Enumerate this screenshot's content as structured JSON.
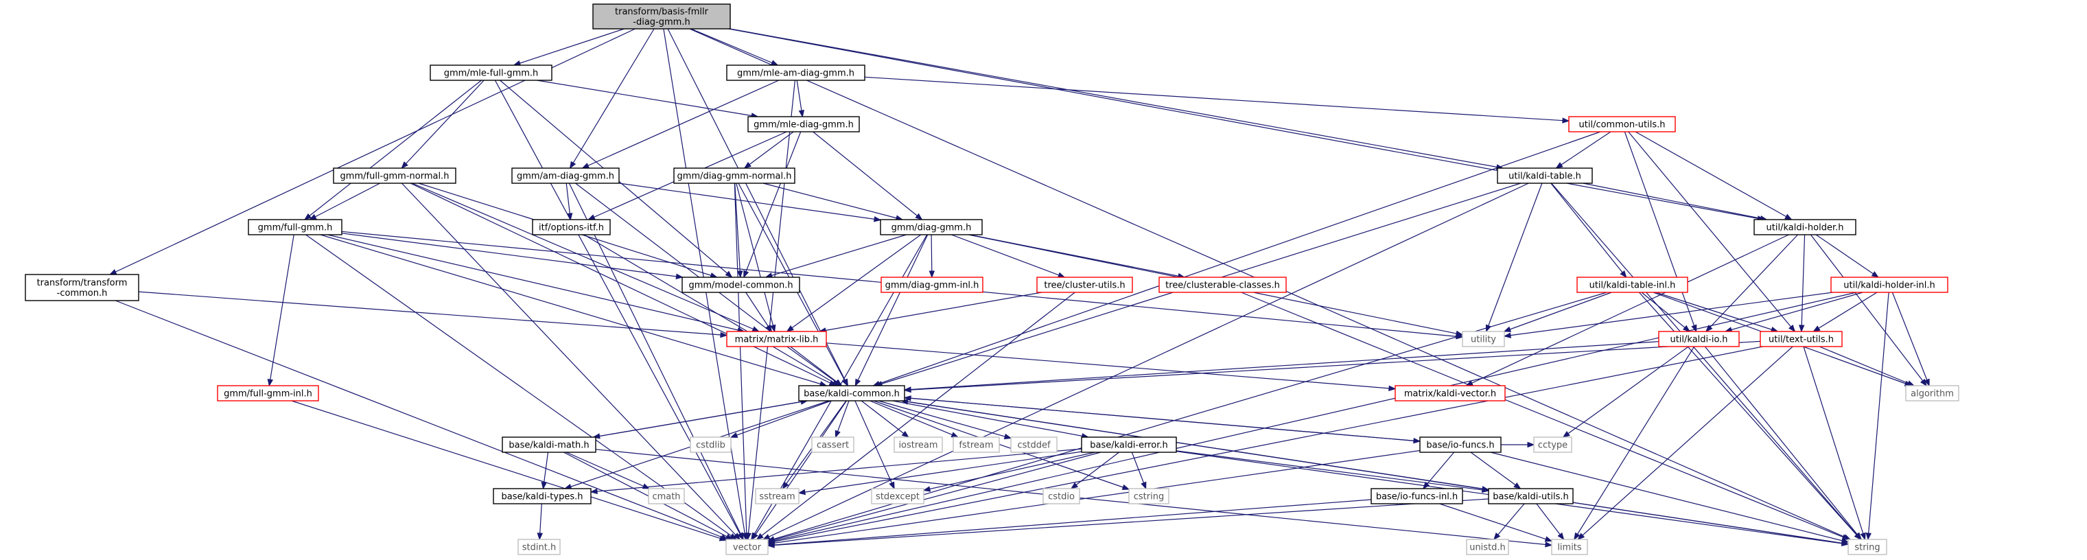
{
  "colors": {
    "edge": "#191970",
    "root_fill": "#bfbfbf",
    "root_border": "#000000",
    "normal_border": "#000000",
    "truncated_border": "#ff0000",
    "system_border": "#bfbfbf",
    "system_text": "#555555",
    "text": "#000000"
  },
  "nodes": [
    {
      "id": "root",
      "lines": [
        "transform/basis-fmllr",
        "-diag-gmm.h"
      ],
      "kind": "root"
    },
    {
      "id": "mle_full",
      "lines": [
        "gmm/mle-full-gmm.h"
      ],
      "kind": "normal"
    },
    {
      "id": "mle_am",
      "lines": [
        "gmm/mle-am-diag-gmm.h"
      ],
      "kind": "normal"
    },
    {
      "id": "mle_diag",
      "lines": [
        "gmm/mle-diag-gmm.h"
      ],
      "kind": "normal"
    },
    {
      "id": "common_utils",
      "lines": [
        "util/common-utils.h"
      ],
      "kind": "truncated"
    },
    {
      "id": "full_normal",
      "lines": [
        "gmm/full-gmm-normal.h"
      ],
      "kind": "normal"
    },
    {
      "id": "am_diag",
      "lines": [
        "gmm/am-diag-gmm.h"
      ],
      "kind": "normal"
    },
    {
      "id": "diag_normal",
      "lines": [
        "gmm/diag-gmm-normal.h"
      ],
      "kind": "normal"
    },
    {
      "id": "kaldi_table",
      "lines": [
        "util/kaldi-table.h"
      ],
      "kind": "normal"
    },
    {
      "id": "full_gmm",
      "lines": [
        "gmm/full-gmm.h"
      ],
      "kind": "normal"
    },
    {
      "id": "options_itf",
      "lines": [
        "itf/options-itf.h"
      ],
      "kind": "normal"
    },
    {
      "id": "diag_gmm",
      "lines": [
        "gmm/diag-gmm.h"
      ],
      "kind": "normal"
    },
    {
      "id": "kaldi_holder",
      "lines": [
        "util/kaldi-holder.h"
      ],
      "kind": "normal"
    },
    {
      "id": "transform_common",
      "lines": [
        "transform/transform",
        "-common.h"
      ],
      "kind": "normal"
    },
    {
      "id": "model_common",
      "lines": [
        "gmm/model-common.h"
      ],
      "kind": "normal"
    },
    {
      "id": "diag_gmm_inl",
      "lines": [
        "gmm/diag-gmm-inl.h"
      ],
      "kind": "truncated"
    },
    {
      "id": "cluster_utils",
      "lines": [
        "tree/cluster-utils.h"
      ],
      "kind": "truncated"
    },
    {
      "id": "clusterable",
      "lines": [
        "tree/clusterable-classes.h"
      ],
      "kind": "truncated"
    },
    {
      "id": "kaldi_table_inl",
      "lines": [
        "util/kaldi-table-inl.h"
      ],
      "kind": "truncated"
    },
    {
      "id": "kaldi_holder_inl",
      "lines": [
        "util/kaldi-holder-inl.h"
      ],
      "kind": "truncated"
    },
    {
      "id": "matrix_lib",
      "lines": [
        "matrix/matrix-lib.h"
      ],
      "kind": "truncated"
    },
    {
      "id": "utility",
      "lines": [
        "utility"
      ],
      "kind": "system"
    },
    {
      "id": "kaldi_io",
      "lines": [
        "util/kaldi-io.h"
      ],
      "kind": "truncated"
    },
    {
      "id": "text_utils",
      "lines": [
        "util/text-utils.h"
      ],
      "kind": "truncated"
    },
    {
      "id": "full_gmm_inl",
      "lines": [
        "gmm/full-gmm-inl.h"
      ],
      "kind": "truncated"
    },
    {
      "id": "kaldi_common",
      "lines": [
        "base/kaldi-common.h"
      ],
      "kind": "normal"
    },
    {
      "id": "kaldi_vector",
      "lines": [
        "matrix/kaldi-vector.h"
      ],
      "kind": "truncated"
    },
    {
      "id": "algorithm",
      "lines": [
        "algorithm"
      ],
      "kind": "system"
    },
    {
      "id": "kaldi_math",
      "lines": [
        "base/kaldi-math.h"
      ],
      "kind": "normal"
    },
    {
      "id": "cstdlib",
      "lines": [
        "cstdlib"
      ],
      "kind": "system"
    },
    {
      "id": "cassert",
      "lines": [
        "cassert"
      ],
      "kind": "system"
    },
    {
      "id": "iostream",
      "lines": [
        "iostream"
      ],
      "kind": "system"
    },
    {
      "id": "fstream",
      "lines": [
        "fstream"
      ],
      "kind": "system"
    },
    {
      "id": "cstddef",
      "lines": [
        "cstddef"
      ],
      "kind": "system"
    },
    {
      "id": "kaldi_error",
      "lines": [
        "base/kaldi-error.h"
      ],
      "kind": "normal"
    },
    {
      "id": "io_funcs",
      "lines": [
        "base/io-funcs.h"
      ],
      "kind": "normal"
    },
    {
      "id": "kaldi_types",
      "lines": [
        "base/kaldi-types.h"
      ],
      "kind": "normal"
    },
    {
      "id": "cmath",
      "lines": [
        "cmath"
      ],
      "kind": "system"
    },
    {
      "id": "sstream",
      "lines": [
        "sstream"
      ],
      "kind": "system"
    },
    {
      "id": "stdexcept",
      "lines": [
        "stdexcept"
      ],
      "kind": "system"
    },
    {
      "id": "cstdio",
      "lines": [
        "cstdio"
      ],
      "kind": "system"
    },
    {
      "id": "cstring",
      "lines": [
        "cstring"
      ],
      "kind": "system"
    },
    {
      "id": "io_funcs_inl",
      "lines": [
        "base/io-funcs-inl.h"
      ],
      "kind": "normal"
    },
    {
      "id": "kaldi_utils",
      "lines": [
        "base/kaldi-utils.h"
      ],
      "kind": "normal"
    },
    {
      "id": "cctype",
      "lines": [
        "cctype"
      ],
      "kind": "system"
    },
    {
      "id": "stdint",
      "lines": [
        "stdint.h"
      ],
      "kind": "system"
    },
    {
      "id": "vector",
      "lines": [
        "vector"
      ],
      "kind": "system"
    },
    {
      "id": "unistd",
      "lines": [
        "unistd.h"
      ],
      "kind": "system"
    },
    {
      "id": "limits",
      "lines": [
        "limits"
      ],
      "kind": "system"
    },
    {
      "id": "string",
      "lines": [
        "string"
      ],
      "kind": "system"
    }
  ],
  "edges": [
    [
      "root",
      "mle_full"
    ],
    [
      "root",
      "mle_am"
    ],
    [
      "root",
      "am_diag"
    ],
    [
      "root",
      "transform_common"
    ],
    [
      "root",
      "kaldi_common"
    ],
    [
      "root",
      "vector"
    ],
    [
      "root",
      "string"
    ],
    [
      "root",
      "kaldi_table"
    ],
    [
      "root",
      "kaldi_holder"
    ],
    [
      "mle_full",
      "mle_diag"
    ],
    [
      "mle_full",
      "full_normal"
    ],
    [
      "mle_full",
      "full_gmm"
    ],
    [
      "mle_full",
      "model_common"
    ],
    [
      "mle_full",
      "vector"
    ],
    [
      "mle_am",
      "mle_diag"
    ],
    [
      "mle_am",
      "am_diag"
    ],
    [
      "mle_am",
      "common_utils"
    ],
    [
      "mle_am",
      "vector"
    ],
    [
      "mle_diag",
      "diag_normal"
    ],
    [
      "mle_diag",
      "diag_gmm"
    ],
    [
      "mle_diag",
      "model_common"
    ],
    [
      "mle_diag",
      "options_itf"
    ],
    [
      "common_utils",
      "kaldi_table"
    ],
    [
      "common_utils",
      "kaldi_holder"
    ],
    [
      "common_utils",
      "kaldi_io"
    ],
    [
      "common_utils",
      "text_utils"
    ],
    [
      "common_utils",
      "kaldi_common"
    ],
    [
      "full_normal",
      "full_gmm"
    ],
    [
      "full_normal",
      "model_common"
    ],
    [
      "full_normal",
      "matrix_lib"
    ],
    [
      "full_normal",
      "kaldi_common"
    ],
    [
      "full_normal",
      "vector"
    ],
    [
      "am_diag",
      "diag_gmm"
    ],
    [
      "am_diag",
      "options_itf"
    ],
    [
      "am_diag",
      "kaldi_common"
    ],
    [
      "am_diag",
      "vector"
    ],
    [
      "diag_normal",
      "diag_gmm"
    ],
    [
      "diag_normal",
      "model_common"
    ],
    [
      "diag_normal",
      "matrix_lib"
    ],
    [
      "diag_normal",
      "kaldi_common"
    ],
    [
      "diag_normal",
      "vector"
    ],
    [
      "kaldi_table",
      "kaldi_holder"
    ],
    [
      "kaldi_table",
      "kaldi_table_inl"
    ],
    [
      "kaldi_table",
      "kaldi_common"
    ],
    [
      "kaldi_table",
      "utility"
    ],
    [
      "kaldi_table",
      "vector"
    ],
    [
      "kaldi_table",
      "string"
    ],
    [
      "full_gmm",
      "model_common"
    ],
    [
      "full_gmm",
      "matrix_lib"
    ],
    [
      "full_gmm",
      "full_gmm_inl"
    ],
    [
      "full_gmm",
      "kaldi_common"
    ],
    [
      "full_gmm",
      "vector"
    ],
    [
      "full_gmm",
      "utility"
    ],
    [
      "options_itf",
      "kaldi_common"
    ],
    [
      "diag_gmm",
      "model_common"
    ],
    [
      "diag_gmm",
      "diag_gmm_inl"
    ],
    [
      "diag_gmm",
      "cluster_utils"
    ],
    [
      "diag_gmm",
      "clusterable"
    ],
    [
      "diag_gmm",
      "matrix_lib"
    ],
    [
      "diag_gmm",
      "kaldi_common"
    ],
    [
      "diag_gmm",
      "utility"
    ],
    [
      "diag_gmm",
      "vector"
    ],
    [
      "kaldi_holder",
      "kaldi_holder_inl"
    ],
    [
      "kaldi_holder",
      "kaldi_io"
    ],
    [
      "kaldi_holder",
      "text_utils"
    ],
    [
      "kaldi_holder",
      "kaldi_vector"
    ],
    [
      "kaldi_holder",
      "algorithm"
    ],
    [
      "transform_common",
      "matrix_lib"
    ],
    [
      "transform_common",
      "vector"
    ],
    [
      "model_common",
      "matrix_lib"
    ],
    [
      "cluster_utils",
      "matrix_lib"
    ],
    [
      "cluster_utils",
      "vector"
    ],
    [
      "clusterable",
      "string"
    ],
    [
      "kaldi_table_inl",
      "kaldi_io"
    ],
    [
      "kaldi_table_inl",
      "text_utils"
    ],
    [
      "kaldi_table_inl",
      "utility"
    ],
    [
      "kaldi_table_inl",
      "algorithm"
    ],
    [
      "kaldi_table_inl",
      "vector"
    ],
    [
      "kaldi_table_inl",
      "string"
    ],
    [
      "kaldi_holder_inl",
      "kaldi_io"
    ],
    [
      "kaldi_holder_inl",
      "text_utils"
    ],
    [
      "kaldi_holder_inl",
      "utility"
    ],
    [
      "kaldi_holder_inl",
      "algorithm"
    ],
    [
      "kaldi_holder_inl",
      "vector"
    ],
    [
      "kaldi_holder_inl",
      "string"
    ],
    [
      "matrix_lib",
      "kaldi_common"
    ],
    [
      "matrix_lib",
      "kaldi_vector"
    ],
    [
      "kaldi_io",
      "kaldi_common"
    ],
    [
      "kaldi_io",
      "cctype"
    ],
    [
      "kaldi_io",
      "limits"
    ],
    [
      "kaldi_io",
      "string"
    ],
    [
      "text_utils",
      "kaldi_common"
    ],
    [
      "text_utils",
      "algorithm"
    ],
    [
      "text_utils",
      "limits"
    ],
    [
      "text_utils",
      "string"
    ],
    [
      "text_utils",
      "vector"
    ],
    [
      "full_gmm_inl",
      "vector"
    ],
    [
      "kaldi_common",
      "kaldi_math"
    ],
    [
      "kaldi_common",
      "cstdlib"
    ],
    [
      "kaldi_common",
      "cassert"
    ],
    [
      "kaldi_common",
      "iostream"
    ],
    [
      "kaldi_common",
      "fstream"
    ],
    [
      "kaldi_common",
      "cstddef"
    ],
    [
      "kaldi_common",
      "kaldi_error"
    ],
    [
      "kaldi_common",
      "io_funcs"
    ],
    [
      "kaldi_common",
      "kaldi_types"
    ],
    [
      "kaldi_common",
      "sstream"
    ],
    [
      "kaldi_common",
      "stdexcept"
    ],
    [
      "kaldi_common",
      "cstring"
    ],
    [
      "kaldi_common",
      "kaldi_utils"
    ],
    [
      "kaldi_common",
      "vector"
    ],
    [
      "kaldi_common",
      "string"
    ],
    [
      "kaldi_math",
      "kaldi_common"
    ],
    [
      "kaldi_math",
      "kaldi_types"
    ],
    [
      "kaldi_math",
      "cmath"
    ],
    [
      "kaldi_math",
      "limits"
    ],
    [
      "kaldi_math",
      "vector"
    ],
    [
      "kaldi_error",
      "kaldi_types"
    ],
    [
      "kaldi_error",
      "kaldi_utils"
    ],
    [
      "kaldi_error",
      "sstream"
    ],
    [
      "kaldi_error",
      "stdexcept"
    ],
    [
      "kaldi_error",
      "cstdio"
    ],
    [
      "kaldi_error",
      "cstring"
    ],
    [
      "kaldi_error",
      "string"
    ],
    [
      "kaldi_error",
      "vector"
    ],
    [
      "io_funcs",
      "kaldi_common"
    ],
    [
      "io_funcs",
      "io_funcs_inl"
    ],
    [
      "io_funcs",
      "kaldi_utils"
    ],
    [
      "io_funcs",
      "cctype"
    ],
    [
      "io_funcs",
      "vector"
    ],
    [
      "io_funcs",
      "string"
    ],
    [
      "kaldi_types",
      "stdint"
    ],
    [
      "io_funcs_inl",
      "vector"
    ],
    [
      "io_funcs_inl",
      "limits"
    ],
    [
      "kaldi_utils",
      "kaldi_common"
    ],
    [
      "kaldi_utils",
      "unistd"
    ],
    [
      "kaldi_utils",
      "limits"
    ],
    [
      "kaldi_utils",
      "string"
    ],
    [
      "kaldi_utils",
      "vector"
    ]
  ]
}
